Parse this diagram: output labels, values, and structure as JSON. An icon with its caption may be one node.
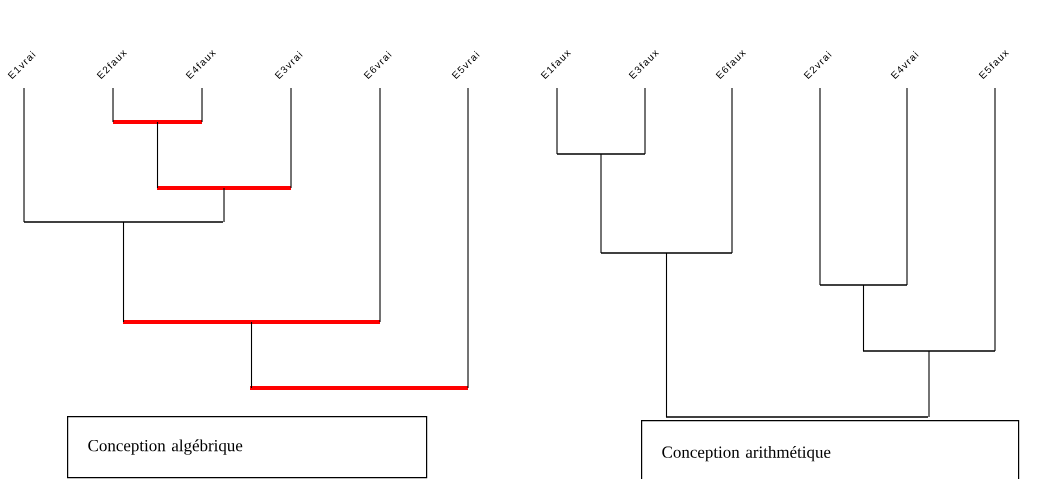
{
  "diagram": {
    "nodes": [
      {
        "text": [
          "E1vrai"
        ]
      },
      {
        "text": [
          "E2faux"
        ]
      },
      {
        "text": [
          "E4faux"
        ]
      },
      {
        "text": [
          "E3vrai"
        ]
      },
      {
        "text": [
          "E6vrai"
        ]
      },
      {
        "text": [
          "E5vrai"
        ]
      },
      {
        "text": [
          "E1faux"
        ]
      },
      {
        "text": [
          "E3faux"
        ]
      },
      {
        "text": [
          "E6faux"
        ]
      },
      {
        "text": [
          "E2vrai"
        ]
      },
      {
        "text": [
          "E4vrai"
        ]
      },
      {
        "text": [
          "E5faux"
        ]
      },
      {
        "text": [],
        "shape": "bar"
      },
      {
        "text": [],
        "shape": "bar"
      },
      {
        "text": [],
        "shape": "bar"
      },
      {
        "text": [],
        "shape": "bar"
      },
      {
        "text": [],
        "shape": "bar"
      },
      {
        "text": [],
        "shape": "bar"
      },
      {
        "text": [],
        "shape": "bar"
      },
      {
        "text": [],
        "shape": "bar"
      },
      {
        "text": [],
        "shape": "bar"
      },
      {
        "text": [],
        "shape": "bar"
      },
      {
        "text": [
          "Conception algébrique"
        ]
      },
      {
        "text": [
          "Conception arithmétique"
        ]
      }
    ],
    "edges": [
      {
        "from": 1,
        "to": 12,
        "arrow": "none"
      },
      {
        "from": 2,
        "to": 12,
        "arrow": "none"
      },
      {
        "from": 12,
        "to": 13,
        "arrow": "none"
      },
      {
        "from": 3,
        "to": 13,
        "arrow": "none"
      },
      {
        "from": 0,
        "to": 14,
        "arrow": "none"
      },
      {
        "from": 13,
        "to": 14,
        "arrow": "none"
      },
      {
        "from": 14,
        "to": 15,
        "arrow": "none"
      },
      {
        "from": 4,
        "to": 15,
        "arrow": "none"
      },
      {
        "from": 15,
        "to": 16,
        "arrow": "none"
      },
      {
        "from": 5,
        "to": 16,
        "arrow": "none"
      },
      {
        "from": 6,
        "to": 17,
        "arrow": "none"
      },
      {
        "from": 7,
        "to": 17,
        "arrow": "none"
      },
      {
        "from": 17,
        "to": 18,
        "arrow": "none"
      },
      {
        "from": 8,
        "to": 18,
        "arrow": "none"
      },
      {
        "from": 9,
        "to": 19,
        "arrow": "none"
      },
      {
        "from": 10,
        "to": 19,
        "arrow": "none"
      },
      {
        "from": 19,
        "to": 20,
        "arrow": "none"
      },
      {
        "from": 11,
        "to": 20,
        "arrow": "none"
      },
      {
        "from": 18,
        "to": 21,
        "arrow": "none"
      },
      {
        "from": 20,
        "to": 21,
        "arrow": "none"
      }
    ]
  }
}
